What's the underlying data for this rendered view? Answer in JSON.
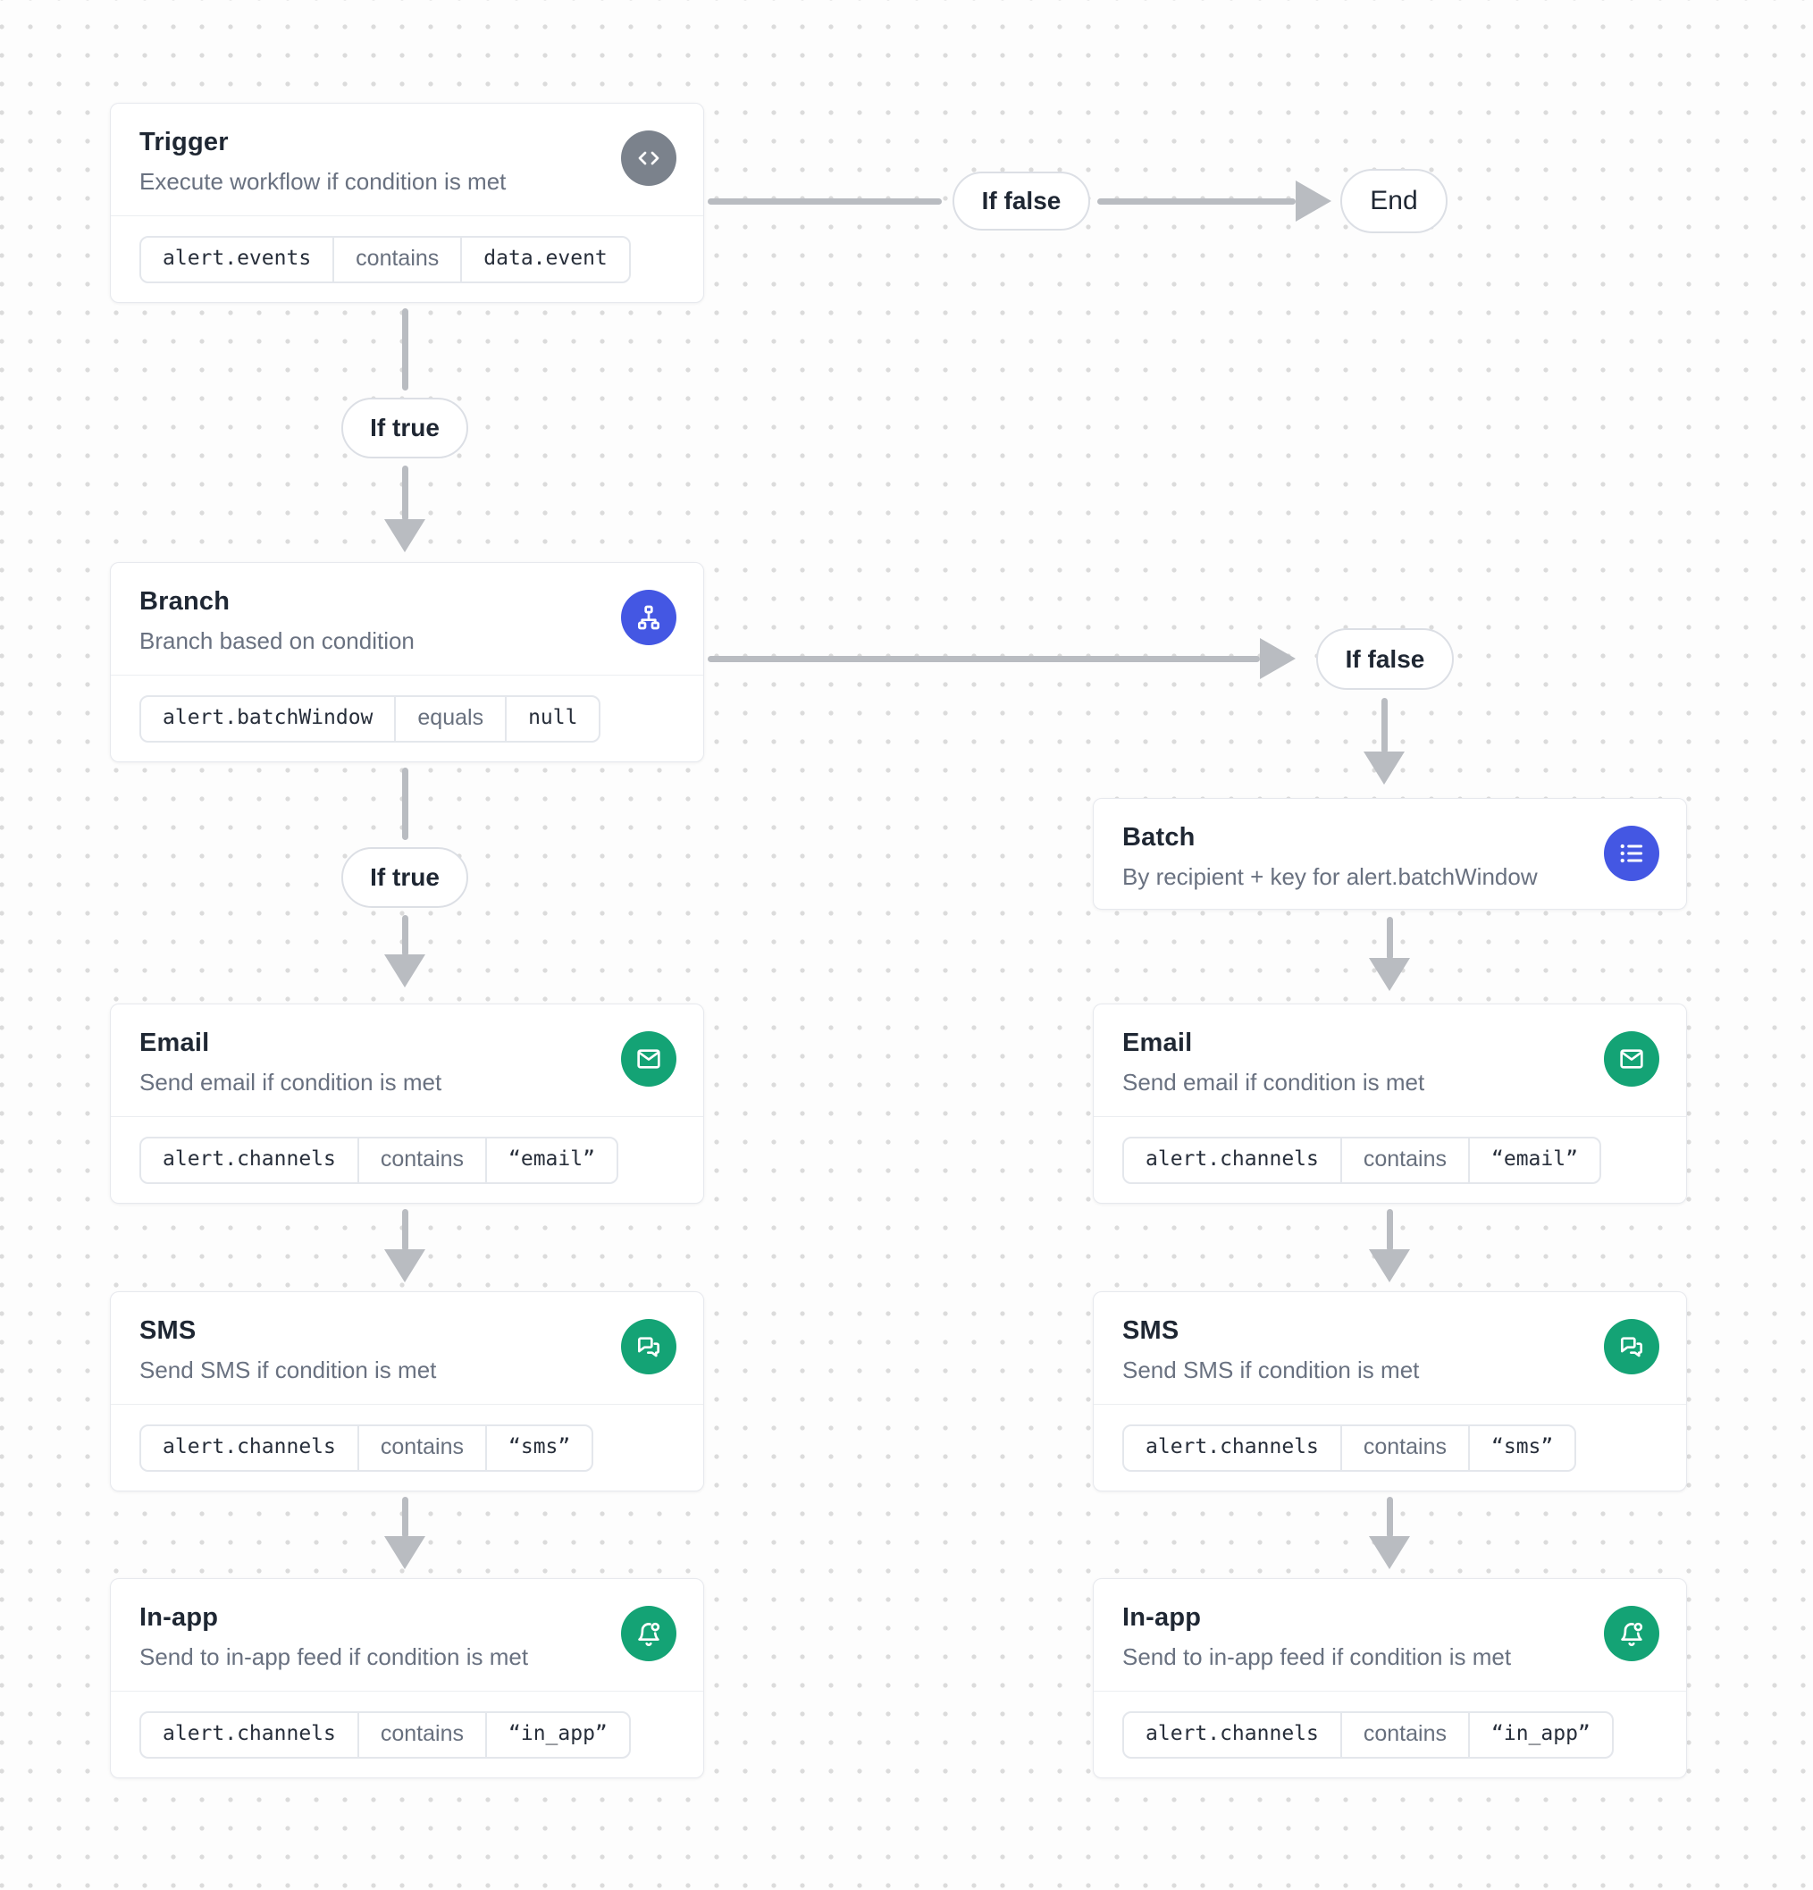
{
  "labels": {
    "if_true": "If true",
    "if_false": "If false",
    "end": "End"
  },
  "colors": {
    "node_icon_gray": "#7b828c",
    "node_icon_blue": "#4457e3",
    "node_icon_green": "#14a375",
    "edge_gray": "#b9bcc1",
    "background": "#fdfdfd",
    "grid_dot": "#dbdbdb"
  },
  "nodes": [
    {
      "title": "Trigger",
      "subtitle": "Execute workflow if condition is met",
      "icon": "code-icon",
      "condition": {
        "field": "alert.events",
        "operator": "contains",
        "value": "data.event"
      }
    },
    {
      "title": "Branch",
      "subtitle": "Branch based on condition",
      "icon": "branch-icon",
      "condition": {
        "field": "alert.batchWindow",
        "operator": "equals",
        "value": "null"
      }
    },
    {
      "title": "Batch",
      "subtitle": "By recipient + key for alert.batchWindow",
      "icon": "list-icon"
    },
    {
      "title": "Email",
      "subtitle": "Send email if condition is met",
      "icon": "envelope-icon",
      "condition": {
        "field": "alert.channels",
        "operator": "contains",
        "value": "“email”"
      }
    },
    {
      "title": "SMS",
      "subtitle": "Send SMS if condition is met",
      "icon": "chat-bubbles-icon",
      "condition": {
        "field": "alert.channels",
        "operator": "contains",
        "value": "“sms”"
      }
    },
    {
      "title": "In-app",
      "subtitle": "Send to in-app feed if condition is met",
      "icon": "bell-icon",
      "condition": {
        "field": "alert.channels",
        "operator": "contains",
        "value": "“in_app”"
      }
    },
    {
      "title": "Email",
      "subtitle": "Send email if condition is met",
      "icon": "envelope-icon",
      "condition": {
        "field": "alert.channels",
        "operator": "contains",
        "value": "“email”"
      }
    },
    {
      "title": "SMS",
      "subtitle": "Send SMS if condition is met",
      "icon": "chat-bubbles-icon",
      "condition": {
        "field": "alert.channels",
        "operator": "contains",
        "value": "“sms”"
      }
    },
    {
      "title": "In-app",
      "subtitle": "Send to in-app feed if condition is met",
      "icon": "bell-icon",
      "condition": {
        "field": "alert.channels",
        "operator": "contains",
        "value": "“in_app”"
      }
    }
  ]
}
